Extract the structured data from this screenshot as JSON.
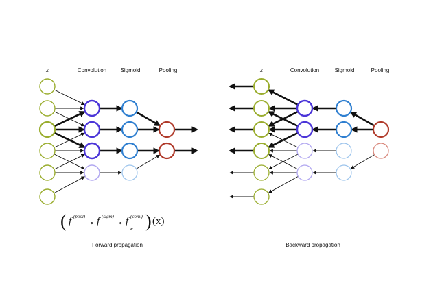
{
  "forward": {
    "labels": {
      "x": "x",
      "convolution": "Convolution",
      "sigmoid": "Sigmoid",
      "pooling": "Pooling"
    },
    "caption": "Forward propagation",
    "formula": {
      "outer_open": "(",
      "f_pool": "f",
      "pool_sup": "(pool)",
      "compose1": "∘",
      "f_sigm": "f",
      "sigm_sup": "(sigm)",
      "compose2": "∘",
      "f_conv": "f",
      "conv_sup": "(conv)",
      "conv_sub": "w",
      "outer_close": ")",
      "arg": "(x)"
    }
  },
  "backward": {
    "labels": {
      "x": "x",
      "convolution": "Convolution",
      "sigmoid": "Sigmoid",
      "pooling": "Pooling"
    },
    "caption": "Backward propagation"
  },
  "colors": {
    "input": "#9aad2e",
    "convolution": "#4b35d8",
    "convolution_faded": "#b0a6f0",
    "sigmoid": "#2f7fd0",
    "sigmoid_faded": "#9cc4ec",
    "pooling": "#b03a2a",
    "pooling_faded": "#d9887c",
    "edge": "#111111"
  }
}
